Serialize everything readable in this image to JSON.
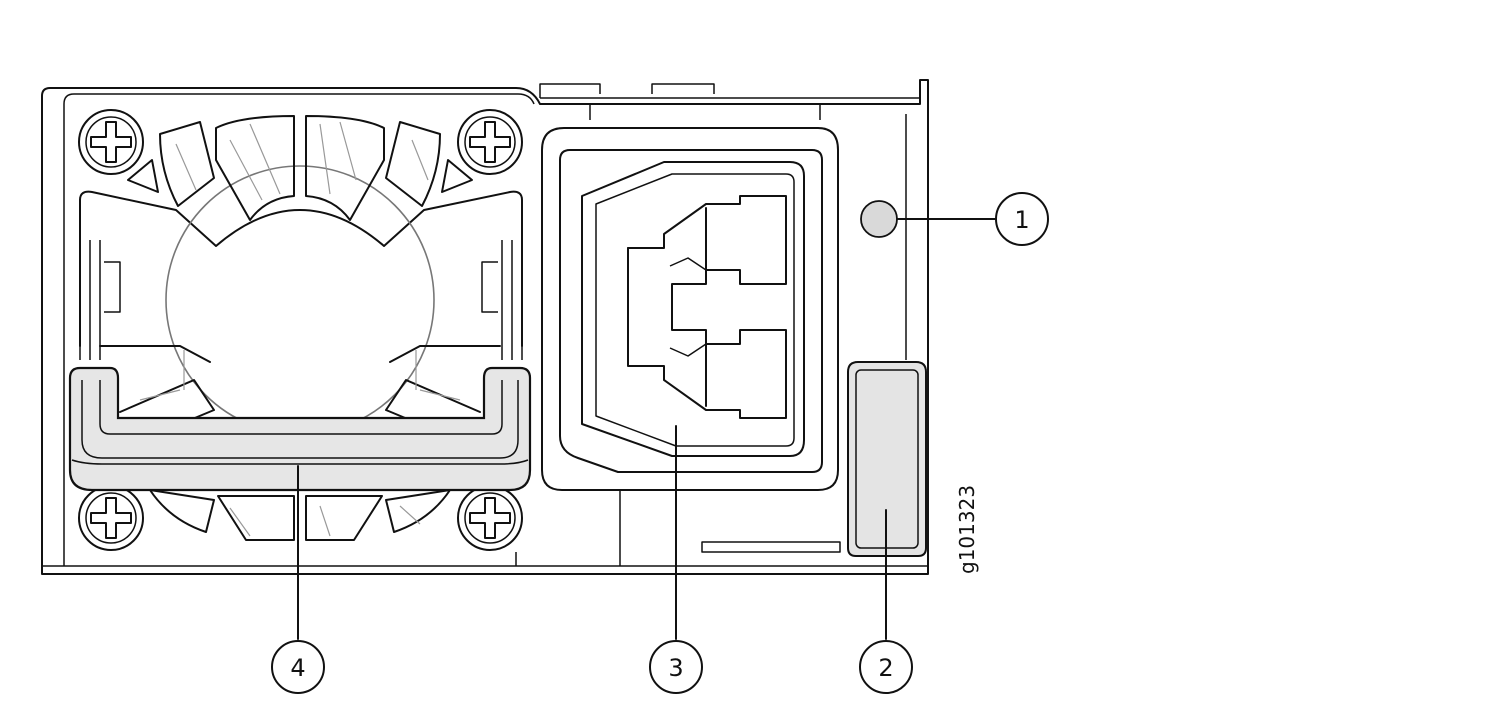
{
  "figure": {
    "id_label": "g101323"
  },
  "callouts": [
    {
      "number": "1"
    },
    {
      "number": "2"
    },
    {
      "number": "3"
    },
    {
      "number": "4"
    }
  ],
  "colors": {
    "outline": "#111111",
    "led": "#d9d9d9",
    "handle": "#e6e6e6",
    "latch": "#e4e4e4"
  },
  "icons": [
    "screw-icon",
    "fan-icon",
    "power-inlet-icon",
    "led-icon",
    "handle-icon",
    "latch-icon"
  ]
}
